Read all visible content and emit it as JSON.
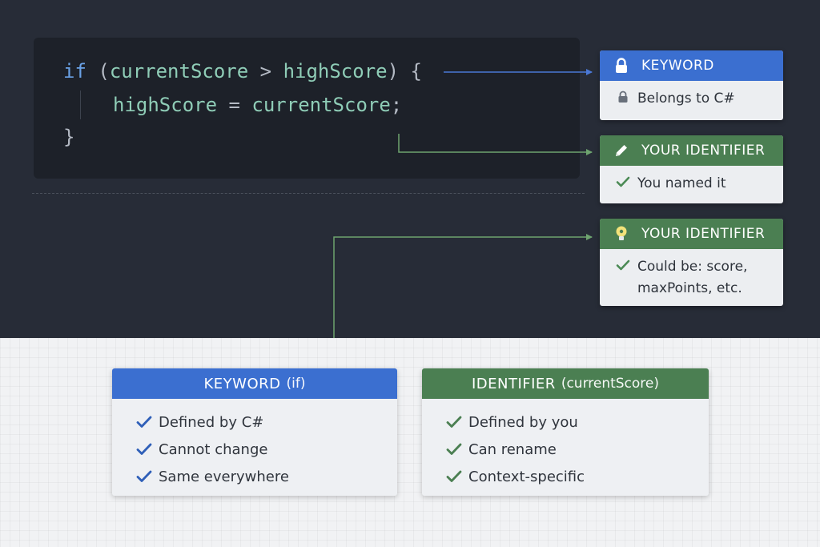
{
  "code": {
    "line1": {
      "kw": "if",
      "open": "(",
      "var1": "currentScore",
      "op": ">",
      "var2": "highScore",
      "close": ") {"
    },
    "line2": {
      "var1": "highScore",
      "op": "=",
      "var2": "currentScore",
      "end": ";"
    },
    "line3": "}"
  },
  "callouts": [
    {
      "title": "KEYWORD",
      "icon": "lock-icon",
      "lines": [
        "Belongs to C#"
      ],
      "line_icon": "lock-icon",
      "color": "#3b6fd0"
    },
    {
      "title": "YOUR IDENTIFIER",
      "icon": "pencil-icon",
      "lines": [
        "You named it"
      ],
      "line_icon": "check-icon",
      "color": "#4b7f52"
    },
    {
      "title": "YOUR IDENTIFIER",
      "icon": "lightbulb-icon",
      "lines": [
        "Could be: score,",
        "maxPoints, etc."
      ],
      "line_icon": "check-icon",
      "color": "#4b7f52"
    }
  ],
  "cards": [
    {
      "title": "KEYWORD",
      "subtitle": "(if)",
      "color": "#3b6fd0",
      "check_color": "#2f5fb8",
      "items": [
        "Defined by C#",
        "Cannot change",
        "Same everywhere"
      ]
    },
    {
      "title": "IDENTIFIER",
      "subtitle": "(currentScore)",
      "color": "#4b7f52",
      "check_color": "#4b7f52",
      "items": [
        "Defined by you",
        "Can rename",
        "Context-specific"
      ]
    }
  ]
}
